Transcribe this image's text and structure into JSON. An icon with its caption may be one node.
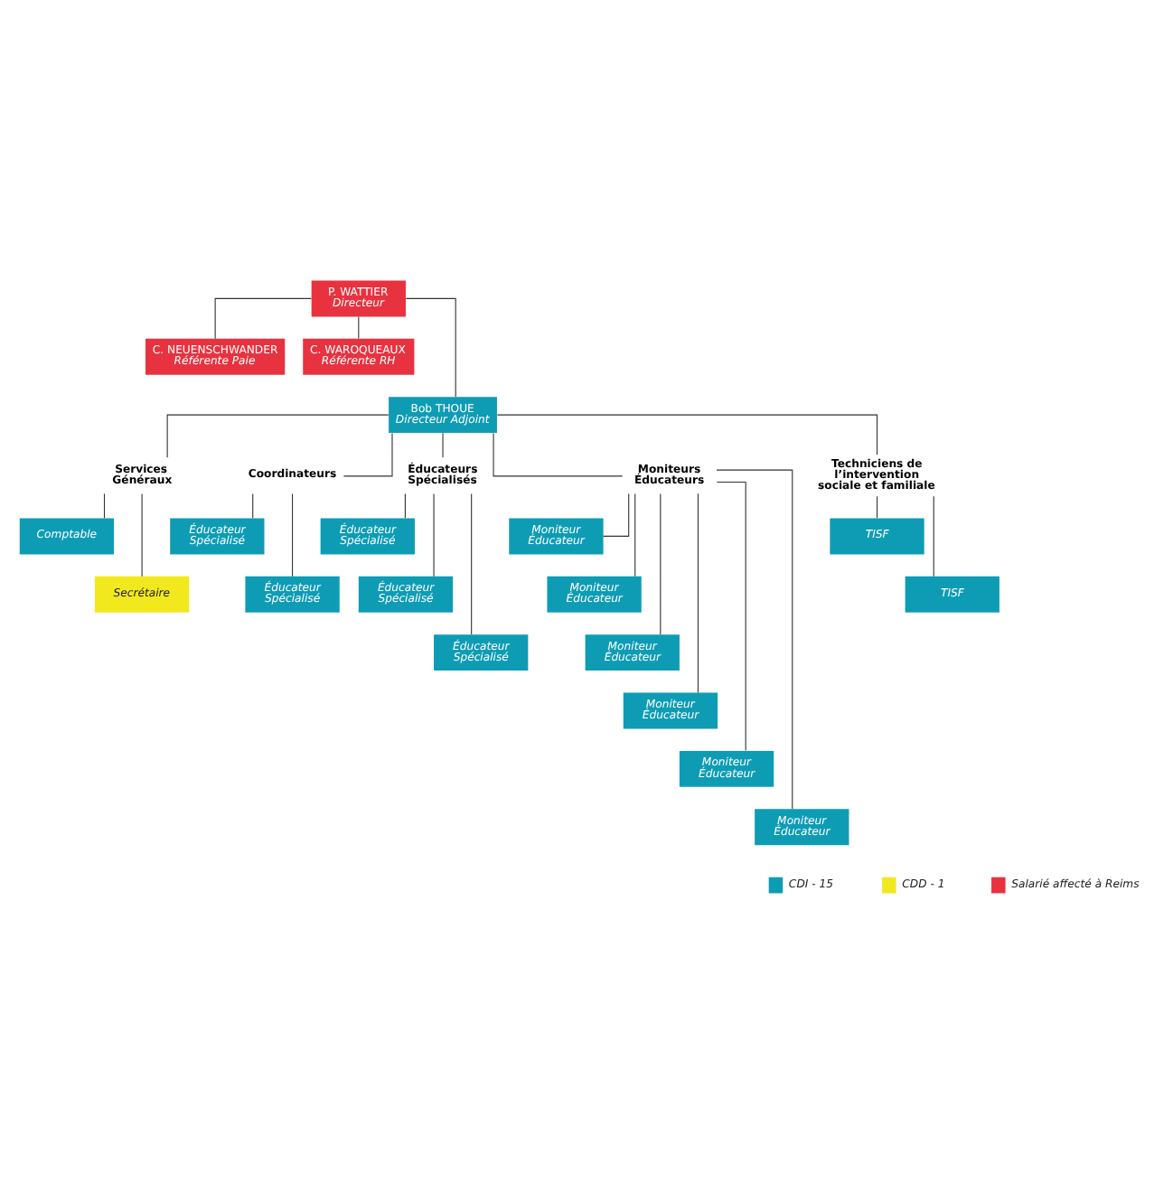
{
  "diagram": {
    "nodes": [
      {
        "text": [
          "P. WATTIER",
          "Directeur"
        ]
      },
      {
        "text": [
          "C. NEUENSCHWANDER",
          "Référente Paie"
        ]
      },
      {
        "text": [
          "C. WAROQUEAUX",
          "Référente RH"
        ]
      },
      {
        "text": [
          "Bob THOUE",
          "Directeur Adjoint"
        ]
      },
      {
        "text": [
          "Services Généraux"
        ]
      },
      {
        "text": [
          "Comptable"
        ]
      },
      {
        "text": [
          "Secrétaire"
        ]
      },
      {
        "text": [
          "Coordinateurs"
        ]
      },
      {
        "text": [
          "Éducateur Spécialisé"
        ]
      },
      {
        "text": [
          "Éducateur Spécialisé"
        ]
      },
      {
        "text": [
          "Éducateurs Spécialisés"
        ]
      },
      {
        "text": [
          "Éducateur Spécialisé"
        ]
      },
      {
        "text": [
          "Éducateur Spécialisé"
        ]
      },
      {
        "text": [
          "Éducateur Spécialisé"
        ]
      },
      {
        "text": [
          "Moniteurs Éducateurs"
        ]
      },
      {
        "text": [
          "Moniteur Éducateur"
        ]
      },
      {
        "text": [
          "Moniteur Éducateur"
        ]
      },
      {
        "text": [
          "Moniteur Éducateur"
        ]
      },
      {
        "text": [
          "Moniteur Éducateur"
        ]
      },
      {
        "text": [
          "Moniteur Éducateur"
        ]
      },
      {
        "text": [
          "Moniteur Éducateur"
        ]
      },
      {
        "text": [
          "Techniciens de l’intervention sociale et familiale"
        ]
      },
      {
        "text": [
          "TISF"
        ]
      },
      {
        "text": [
          "TISF"
        ]
      }
    ],
    "edges": [
      {
        "from": 0,
        "to": 1,
        "arrow": "none"
      },
      {
        "from": 0,
        "to": 2,
        "arrow": "none"
      },
      {
        "from": 0,
        "to": 3,
        "arrow": "none"
      },
      {
        "from": 3,
        "to": 4,
        "arrow": "none"
      },
      {
        "from": 3,
        "to": 7,
        "arrow": "none"
      },
      {
        "from": 3,
        "to": 10,
        "arrow": "none"
      },
      {
        "from": 3,
        "to": 14,
        "arrow": "none"
      },
      {
        "from": 3,
        "to": 21,
        "arrow": "none"
      },
      {
        "from": 4,
        "to": 5,
        "arrow": "none"
      },
      {
        "from": 4,
        "to": 6,
        "arrow": "none"
      },
      {
        "from": 7,
        "to": 8,
        "arrow": "none"
      },
      {
        "from": 7,
        "to": 9,
        "arrow": "none"
      },
      {
        "from": 10,
        "to": 11,
        "arrow": "none"
      },
      {
        "from": 10,
        "to": 12,
        "arrow": "none"
      },
      {
        "from": 10,
        "to": 13,
        "arrow": "none"
      },
      {
        "from": 14,
        "to": 15,
        "arrow": "none"
      },
      {
        "from": 14,
        "to": 16,
        "arrow": "none"
      },
      {
        "from": 14,
        "to": 17,
        "arrow": "none"
      },
      {
        "from": 14,
        "to": 18,
        "arrow": "none"
      },
      {
        "from": 14,
        "to": 19,
        "arrow": "none"
      },
      {
        "from": 14,
        "to": 20,
        "arrow": "none"
      },
      {
        "from": 21,
        "to": 22,
        "arrow": "none"
      },
      {
        "from": 21,
        "to": 23,
        "arrow": "none"
      }
    ],
    "legend": [
      {
        "text": "CDI - 15",
        "color": "#0e9cb5"
      },
      {
        "text": "CDD - 1",
        "color": "#f2e81e"
      },
      {
        "text": "Salarié affecté à Reims",
        "color": "#e8323f"
      }
    ]
  }
}
